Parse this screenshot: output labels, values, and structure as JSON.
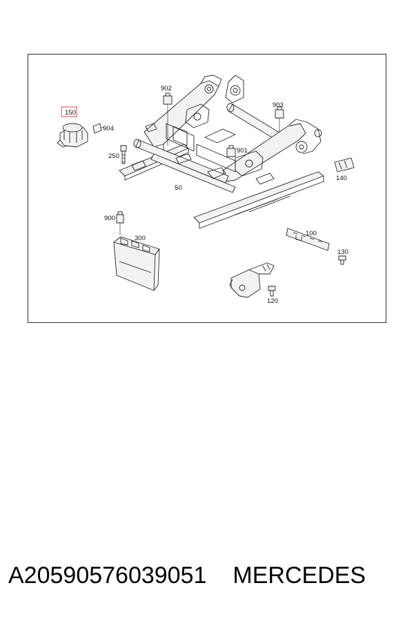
{
  "diagram": {
    "labels": {
      "l150": "150",
      "l904": "904",
      "l250": "250",
      "l902": "902",
      "l903": "903",
      "l901": "901",
      "l50": "50",
      "l140": "140",
      "l900": "900",
      "l300": "300",
      "l100": "100",
      "l130": "130",
      "l120": "120"
    },
    "highlight_color": "#e0404a",
    "line_color": "#222222"
  },
  "footer": {
    "part_number": "A20590576039051",
    "brand": "MERCEDES"
  }
}
